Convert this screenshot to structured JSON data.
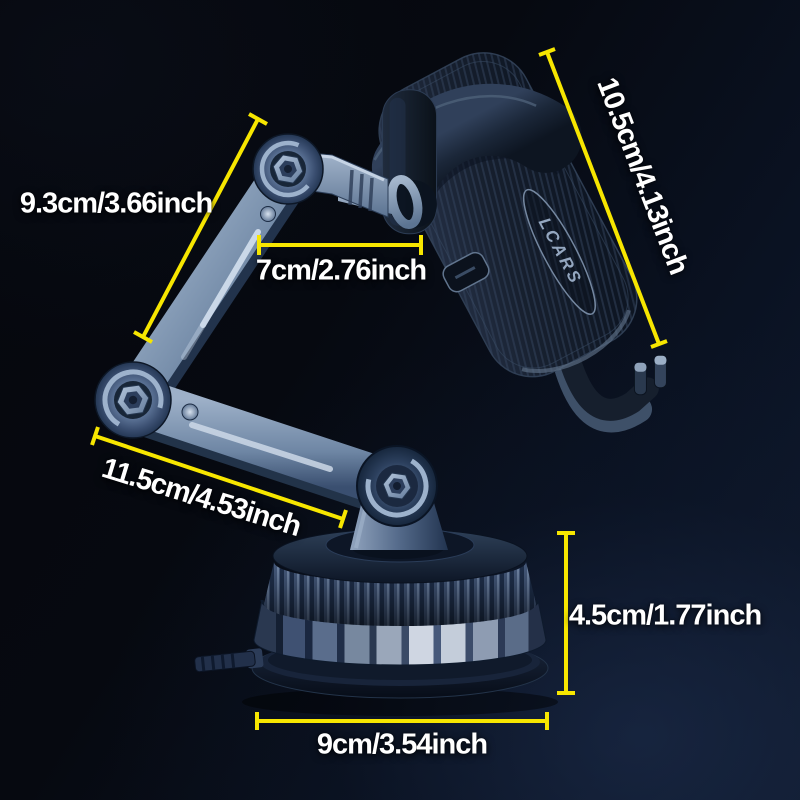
{
  "scene": {
    "subject": "car phone holder with suction cup base and articulated arm",
    "background_dark": "#05070d",
    "background_light": "#101b30",
    "dimension_line_color": "#f7e600",
    "label_text_color": "#ffffff",
    "metal_blue": "#8fa6c2",
    "body_navy": "#1a2433"
  },
  "product": {
    "brand_logo": "LCARS"
  },
  "annotations": {
    "upper_arm": {
      "label": "9.3cm/3.66inch"
    },
    "forearm": {
      "label": "7cm/2.76inch"
    },
    "holder_height": {
      "label": "10.5cm/4.13inch"
    },
    "lower_arm": {
      "label": "11.5cm/4.53inch"
    },
    "base_height": {
      "label": "4.5cm/1.77inch"
    },
    "base_width": {
      "label": "9cm/3.54inch"
    }
  }
}
